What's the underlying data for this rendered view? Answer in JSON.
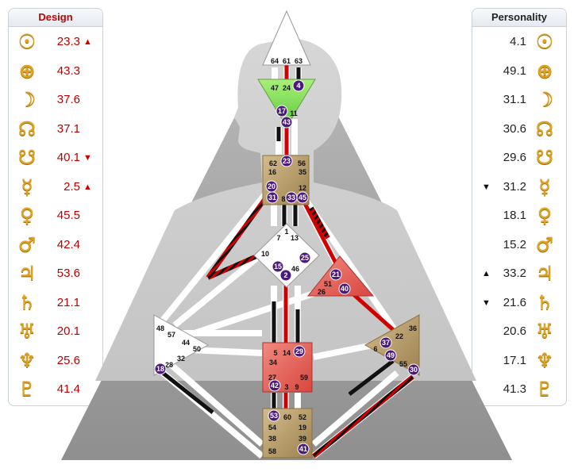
{
  "design": {
    "title": "Design",
    "rows": [
      {
        "icon": "sun-icon",
        "glyph": "☉",
        "value": "23.3",
        "arrow": "▲"
      },
      {
        "icon": "earth-icon",
        "glyph": "⊕",
        "value": "43.3",
        "arrow": ""
      },
      {
        "icon": "moon-icon",
        "glyph": "☽",
        "value": "37.6",
        "arrow": ""
      },
      {
        "icon": "north-node-icon",
        "glyph": "☊",
        "value": "37.1",
        "arrow": ""
      },
      {
        "icon": "south-node-icon",
        "glyph": "☋",
        "value": "40.1",
        "arrow": "▼"
      },
      {
        "icon": "mercury-icon",
        "glyph": "☿",
        "value": "2.5",
        "arrow": "▲"
      },
      {
        "icon": "venus-icon",
        "glyph": "♀",
        "value": "45.5",
        "arrow": ""
      },
      {
        "icon": "mars-icon",
        "glyph": "♂",
        "value": "42.4",
        "arrow": ""
      },
      {
        "icon": "jupiter-icon",
        "glyph": "♃",
        "value": "53.6",
        "arrow": ""
      },
      {
        "icon": "saturn-icon",
        "glyph": "♄",
        "value": "21.1",
        "arrow": ""
      },
      {
        "icon": "uranus-icon",
        "glyph": "♅",
        "value": "20.1",
        "arrow": ""
      },
      {
        "icon": "neptune-icon",
        "glyph": "♆",
        "value": "25.6",
        "arrow": ""
      },
      {
        "icon": "pluto-icon",
        "glyph": "♇",
        "value": "41.4",
        "arrow": ""
      }
    ]
  },
  "personality": {
    "title": "Personality",
    "rows": [
      {
        "icon": "sun-icon",
        "glyph": "☉",
        "value": "4.1",
        "arrow": ""
      },
      {
        "icon": "earth-icon",
        "glyph": "⊕",
        "value": "49.1",
        "arrow": ""
      },
      {
        "icon": "moon-icon",
        "glyph": "☽",
        "value": "31.1",
        "arrow": ""
      },
      {
        "icon": "north-node-icon",
        "glyph": "☊",
        "value": "30.6",
        "arrow": ""
      },
      {
        "icon": "south-node-icon",
        "glyph": "☋",
        "value": "29.6",
        "arrow": ""
      },
      {
        "icon": "mercury-icon",
        "glyph": "☿",
        "value": "31.2",
        "arrow": "▼"
      },
      {
        "icon": "venus-icon",
        "glyph": "♀",
        "value": "18.1",
        "arrow": ""
      },
      {
        "icon": "mars-icon",
        "glyph": "♂",
        "value": "15.2",
        "arrow": ""
      },
      {
        "icon": "jupiter-icon",
        "glyph": "♃",
        "value": "33.2",
        "arrow": "▲"
      },
      {
        "icon": "saturn-icon",
        "glyph": "♄",
        "value": "21.6",
        "arrow": "▼"
      },
      {
        "icon": "uranus-icon",
        "glyph": "♅",
        "value": "20.6",
        "arrow": ""
      },
      {
        "icon": "neptune-icon",
        "glyph": "♆",
        "value": "17.1",
        "arrow": ""
      },
      {
        "icon": "pluto-icon",
        "glyph": "♇",
        "value": "41.3",
        "arrow": ""
      }
    ]
  },
  "colors": {
    "design_red": "#c00000",
    "personality_black": "#111111",
    "glyph_gold": "#e0a21a",
    "gate_circle": "#4b1a7a",
    "head_center": "#ffffff",
    "ajna_center": "#7ee04a",
    "throat_center": "#b69a6a",
    "g_center": "#ffffff",
    "heart_center": "#e06a5a",
    "sacral_center": "#e05a50",
    "spleen_center": "#ffffff",
    "solar_plexus_center": "#b69a6a",
    "root_center": "#b69a6a"
  },
  "gates": {
    "g64": "64",
    "g61": "61",
    "g63": "63",
    "g47": "47",
    "g24": "24",
    "g4": "4",
    "g17": "17",
    "g11": "11",
    "g43": "43",
    "g62": "62",
    "g23": "23",
    "g56": "56",
    "g16": "16",
    "g35": "35",
    "g20": "20",
    "g12": "12",
    "g31": "31",
    "g8": "8",
    "g33": "33",
    "g45": "45",
    "g1": "1",
    "g7": "7",
    "g13": "13",
    "g10": "10",
    "g25": "25",
    "g15": "15",
    "g46": "46",
    "g2": "2",
    "g21": "21",
    "g51": "51",
    "g26": "26",
    "g40": "40",
    "g48": "48",
    "g57": "57",
    "g44": "44",
    "g50": "50",
    "g32": "32",
    "g28": "28",
    "g18": "18",
    "g36": "36",
    "g22": "22",
    "g37": "37",
    "g6": "6",
    "g49": "49",
    "g55": "55",
    "g30": "30",
    "g5": "5",
    "g14": "14",
    "g29": "29",
    "g34": "34",
    "g27": "27",
    "g59": "59",
    "g42": "42",
    "g3": "3",
    "g9": "9",
    "g53": "53",
    "g60": "60",
    "g52": "52",
    "g54": "54",
    "g19": "19",
    "g38": "38",
    "g39": "39",
    "g58": "58",
    "g41": "41"
  }
}
